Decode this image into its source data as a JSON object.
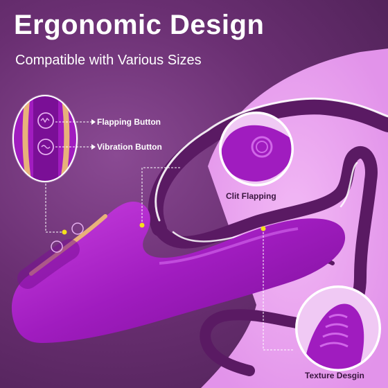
{
  "header": {
    "title": "Ergonomic Design",
    "subtitle": "Compatible with Various Sizes"
  },
  "callouts": {
    "flapping_button": "Flapping Button",
    "vibration_button": "Vibration Button",
    "clit_flapping": "Clit Flapping",
    "texture_design": "Texture Desgin"
  },
  "colors": {
    "background": "#6a2f72",
    "device": "#a21fc0",
    "accent_gold": "#e8b27a",
    "anatomy_fill": "#e9a6ee",
    "anatomy_outline": "#5a1a63",
    "leader_dot": "#f4e01c"
  },
  "icons": [
    "flapping-icon",
    "vibration-icon"
  ]
}
